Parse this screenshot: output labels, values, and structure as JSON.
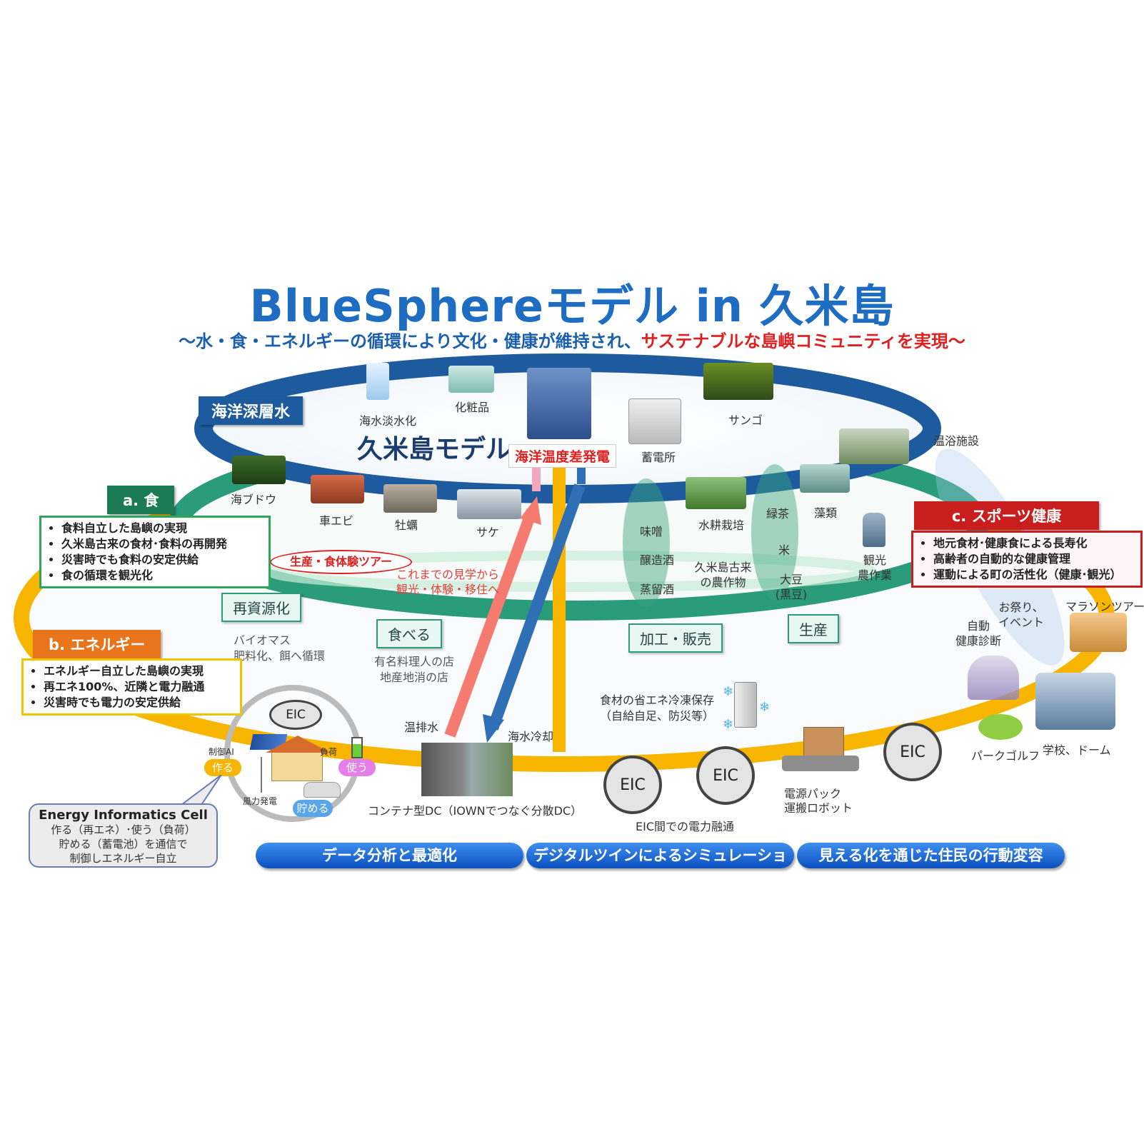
{
  "title": "BlueSphereモデル in 久米島",
  "subtitle": {
    "part1": "～水・食・エネルギーの循環により文化・健康が維持され、",
    "part2": "サステナブルな島嶼コミュニティを実現～"
  },
  "top_ring": {
    "label": "海洋深層水",
    "model_label": "久米島モデル",
    "otec_label": "海洋温度差発電",
    "items": {
      "desalination": "海水淡水化",
      "cosmetics": "化粧品",
      "storage_plant": "蓄電所",
      "coral": "サンゴ",
      "hot_spring": "温浴施設",
      "sea_grapes": "海ブドウ",
      "shrimp": "車エビ",
      "oyster": "牡蠣",
      "salmon": "サケ"
    }
  },
  "middle_ring": {
    "miso": "味噌",
    "brewing": "醸造酒",
    "distilled": "蒸留酒",
    "hydroponics": "水耕栽培",
    "ancient_crops": "久米島古来\nの農作物",
    "green_tea": "緑茶",
    "rice": "米",
    "soybean": "大豆\n(黒豆)",
    "algae": "藻類",
    "tourism_farming": "観光\n農作業",
    "tour_oval": "生産・食体験ツアー",
    "tour_text": "これまでの見学から\n観光・体験・移住へ",
    "recycle": "再資源化",
    "biomass": "バイオマス\n肥料化、餌へ循環",
    "eat": "食べる",
    "restaurants": "有名料理人の店\n地産地消の店",
    "processing": "加工・販売",
    "production": "生産"
  },
  "panels": {
    "food": {
      "head": "a. 食",
      "items": [
        "食料自立した島嶼の実現",
        "久米島古来の食材･食料の再開発",
        "災害時でも食料の安定供給",
        "食の循環を観光化"
      ]
    },
    "energy": {
      "head": "b. エネルギー",
      "items": [
        "エネルギー自立した島嶼の実現",
        "再エネ100%、近隣と電力融通",
        "災害時でも電力の安定供給"
      ]
    },
    "sports": {
      "head": "c. スポーツ健康",
      "items": [
        "地元食材･健康食による長寿化",
        "高齢者の自動的な健康管理",
        "運動による町の活性化（健康･観光）"
      ]
    }
  },
  "sports_items": {
    "festival": "お祭り、\nイベント",
    "marathon": "マラソンツアー",
    "checkup": "自動\n健康診断",
    "park_golf": "パークゴルフ",
    "school_dome": "学校、ドーム"
  },
  "bottom_ring": {
    "hot_water": "温排水",
    "sea_cooling": "海水冷却",
    "container_dc": "コンテナ型DC（IOWNでつなぐ分散DC）",
    "freezer": "食材の省エネ冷凍保存\n（自給自足、防災等）",
    "eic": "EIC",
    "eic_exchange": "EIC間での電力融通",
    "battery_robot": "電源パック\n運搬ロボット",
    "house": {
      "ai": "制御AI",
      "load": "負荷",
      "make": "作る",
      "use": "使う",
      "store": "貯める",
      "wind": "風力発電"
    }
  },
  "eic_callout": {
    "title": "Energy Informatics Cell",
    "body": "作る（再エネ）･使う（負荷）\n貯める（蓄電池）を通信で\n制御しエネルギー自立"
  },
  "bottom_bars": [
    "データ分析と最適化",
    "デジタルツインによるシミュレーション",
    "見える化を通じた住民の行動変容"
  ],
  "colors": {
    "title_blue": "#1f6dc2",
    "subtitle_red": "#e02020",
    "ring_blue": "#1e5b9e",
    "ring_green": "#2a9c7a",
    "ring_yellow": "#f7b500",
    "food": "#1d7a57",
    "energy": "#e8741c",
    "sports": "#c81e1e",
    "bar_blue": "#1358c8"
  }
}
